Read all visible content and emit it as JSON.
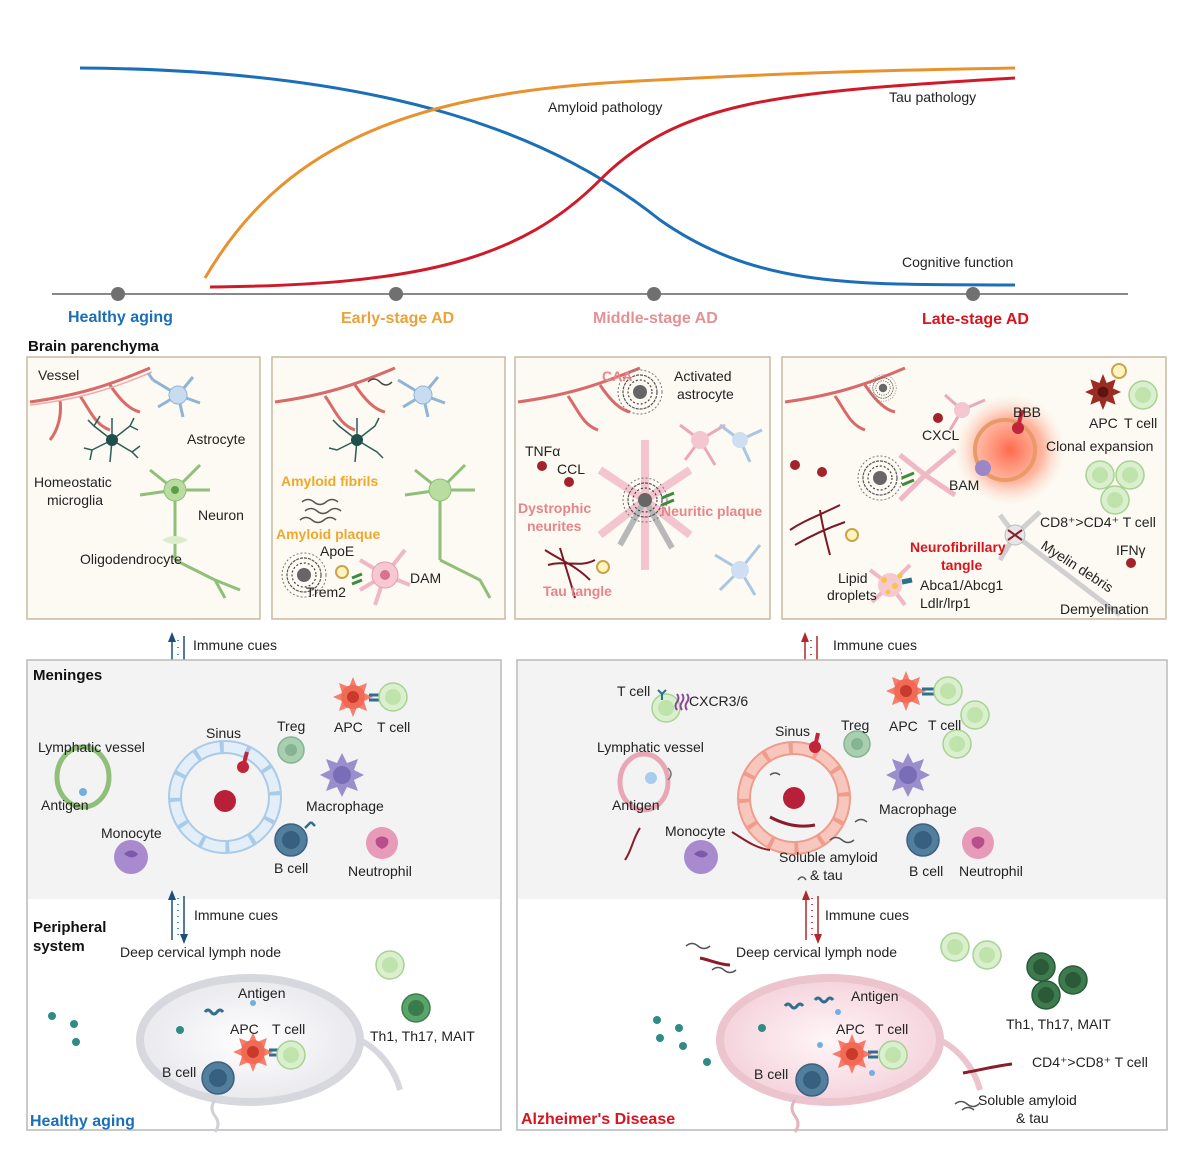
{
  "colors": {
    "healthy": "#1a6fb7",
    "early": "#eaa23b",
    "middle": "#e59194",
    "late": "#d8151f",
    "amyloid_curve": "#e8922e",
    "tau_curve": "#cf1a2a",
    "cognition_curve": "#1b6fb8",
    "panel_fill": "#fcfaf2",
    "panel_border": "#c9b9a0",
    "meninges_fill": "#f3f3f3"
  },
  "timeline": {
    "curves": {
      "amyloid": "Amyloid pathology",
      "tau": "Tau pathology",
      "cognition": "Cognitive function"
    },
    "stages": [
      "Healthy aging",
      "Early-stage AD",
      "Middle-stage AD",
      "Late-stage AD"
    ]
  },
  "brain": {
    "section_title": "Brain parenchyma",
    "panel1": {
      "vessel": "Vessel",
      "astrocyte": "Astrocyte",
      "microglia_1": "Homeostatic",
      "microglia_2": "microglia",
      "neuron": "Neuron",
      "oligo": "Oligodendrocyte"
    },
    "panel2": {
      "fibrils": "Amyloid fibrils",
      "plaque": "Amyloid plaque",
      "apoe": "ApoE",
      "trem2": "Trem2",
      "dam": "DAM"
    },
    "panel3": {
      "caa": "CAA",
      "activated_1": "Activated",
      "activated_2": "astrocyte",
      "tnfa": "TNFα",
      "ccl": "CCL",
      "dystrophic_1": "Dystrophic",
      "dystrophic_2": "neurites",
      "neuritic": "Neuritic plaque",
      "tau_tangle": "Tau tangle"
    },
    "panel4": {
      "apc": "APC",
      "tcell": "T cell",
      "cxcl": "CXCL",
      "bbb": "BBB",
      "clonal": "Clonal expansion",
      "bam": "BAM",
      "cd8cd4": "CD8⁺>CD4⁺ T cell",
      "nft_1": "Neurofibrillary",
      "nft_2": "tangle",
      "myelin": "Myelin debris",
      "ifng": "IFNγ",
      "lipid_1": "Lipid",
      "lipid_2": "droplets",
      "abca": "Abca1/Abcg1",
      "ldlr": "Ldlr/lrp1",
      "demyelination": "Demyelination"
    }
  },
  "immune_cues": "Immune cues",
  "meninges": {
    "title": "Meninges",
    "left": {
      "lymphatic": "Lymphatic vessel",
      "antigen": "Antigen",
      "sinus": "Sinus",
      "treg": "Treg",
      "apc": "APC",
      "tcell": "T cell",
      "macrophage": "Macrophage",
      "monocyte": "Monocyte",
      "bcell": "B cell",
      "neutrophil": "Neutrophil"
    },
    "right": {
      "tcell_top": "T cell",
      "cxcr": "CXCR3/6",
      "lymphatic": "Lymphatic vessel",
      "antigen": "Antigen",
      "sinus": "Sinus",
      "treg": "Treg",
      "apc": "APC",
      "tcell": "T cell",
      "macrophage": "Macrophage",
      "monocyte": "Monocyte",
      "soluble_1": "Soluble amyloid",
      "soluble_2": "& tau",
      "bcell": "B cell",
      "neutrophil": "Neutrophil"
    }
  },
  "peripheral": {
    "title_1": "Peripheral",
    "title_2": "system",
    "left": {
      "lymph_node": "Deep cervical lymph node",
      "antigen": "Antigen",
      "apc": "APC",
      "tcell": "T cell",
      "bcell": "B cell",
      "th": "Th1, Th17, MAIT",
      "footer": "Healthy aging"
    },
    "right": {
      "lymph_node": "Deep cervical lymph node",
      "antigen": "Antigen",
      "apc": "APC",
      "tcell": "T cell",
      "bcell": "B cell",
      "th": "Th1, Th17, MAIT",
      "cd4cd8": "CD4⁺>CD8⁺ T cell",
      "soluble_1": "Soluble amyloid",
      "soluble_2": "& tau",
      "footer": "Alzheimer's Disease"
    }
  }
}
